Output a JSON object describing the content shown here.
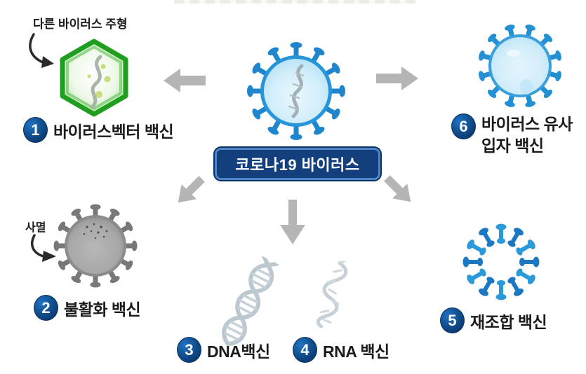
{
  "diagram": {
    "subject": "covid19-vaccine-types-diagram",
    "center_label": "코로나19 바이러스"
  },
  "annotations": {
    "other_virus_template": "다른 바이러스 주형",
    "killed": "사멸"
  },
  "vaccines": [
    {
      "num": "1",
      "label": "바이러스벡터 백신"
    },
    {
      "num": "2",
      "label": "불활화 백신"
    },
    {
      "num": "3",
      "label": "DNA백신"
    },
    {
      "num": "4",
      "label": "RNA 백신"
    },
    {
      "num": "5",
      "label": "재조합 백신"
    },
    {
      "num": "6",
      "label": "바이러스 유사",
      "label2": "입자 백신"
    }
  ],
  "colors": {
    "virus_blue": "#1f86cd",
    "virus_body_light": "#d9f1fc",
    "vlp_body": "#cdeaf9",
    "inactivated_gray": "#9a9a9a",
    "hexagon_green": "#1f9e1f",
    "arrow_gray": "#b5b5b5",
    "badge_navy": "#0b3a72",
    "banner_bg": "#143f7d",
    "banner_border": "#4c86c8",
    "label_text": "#1b1b1b",
    "dna_gray": "#bcc8d0"
  }
}
